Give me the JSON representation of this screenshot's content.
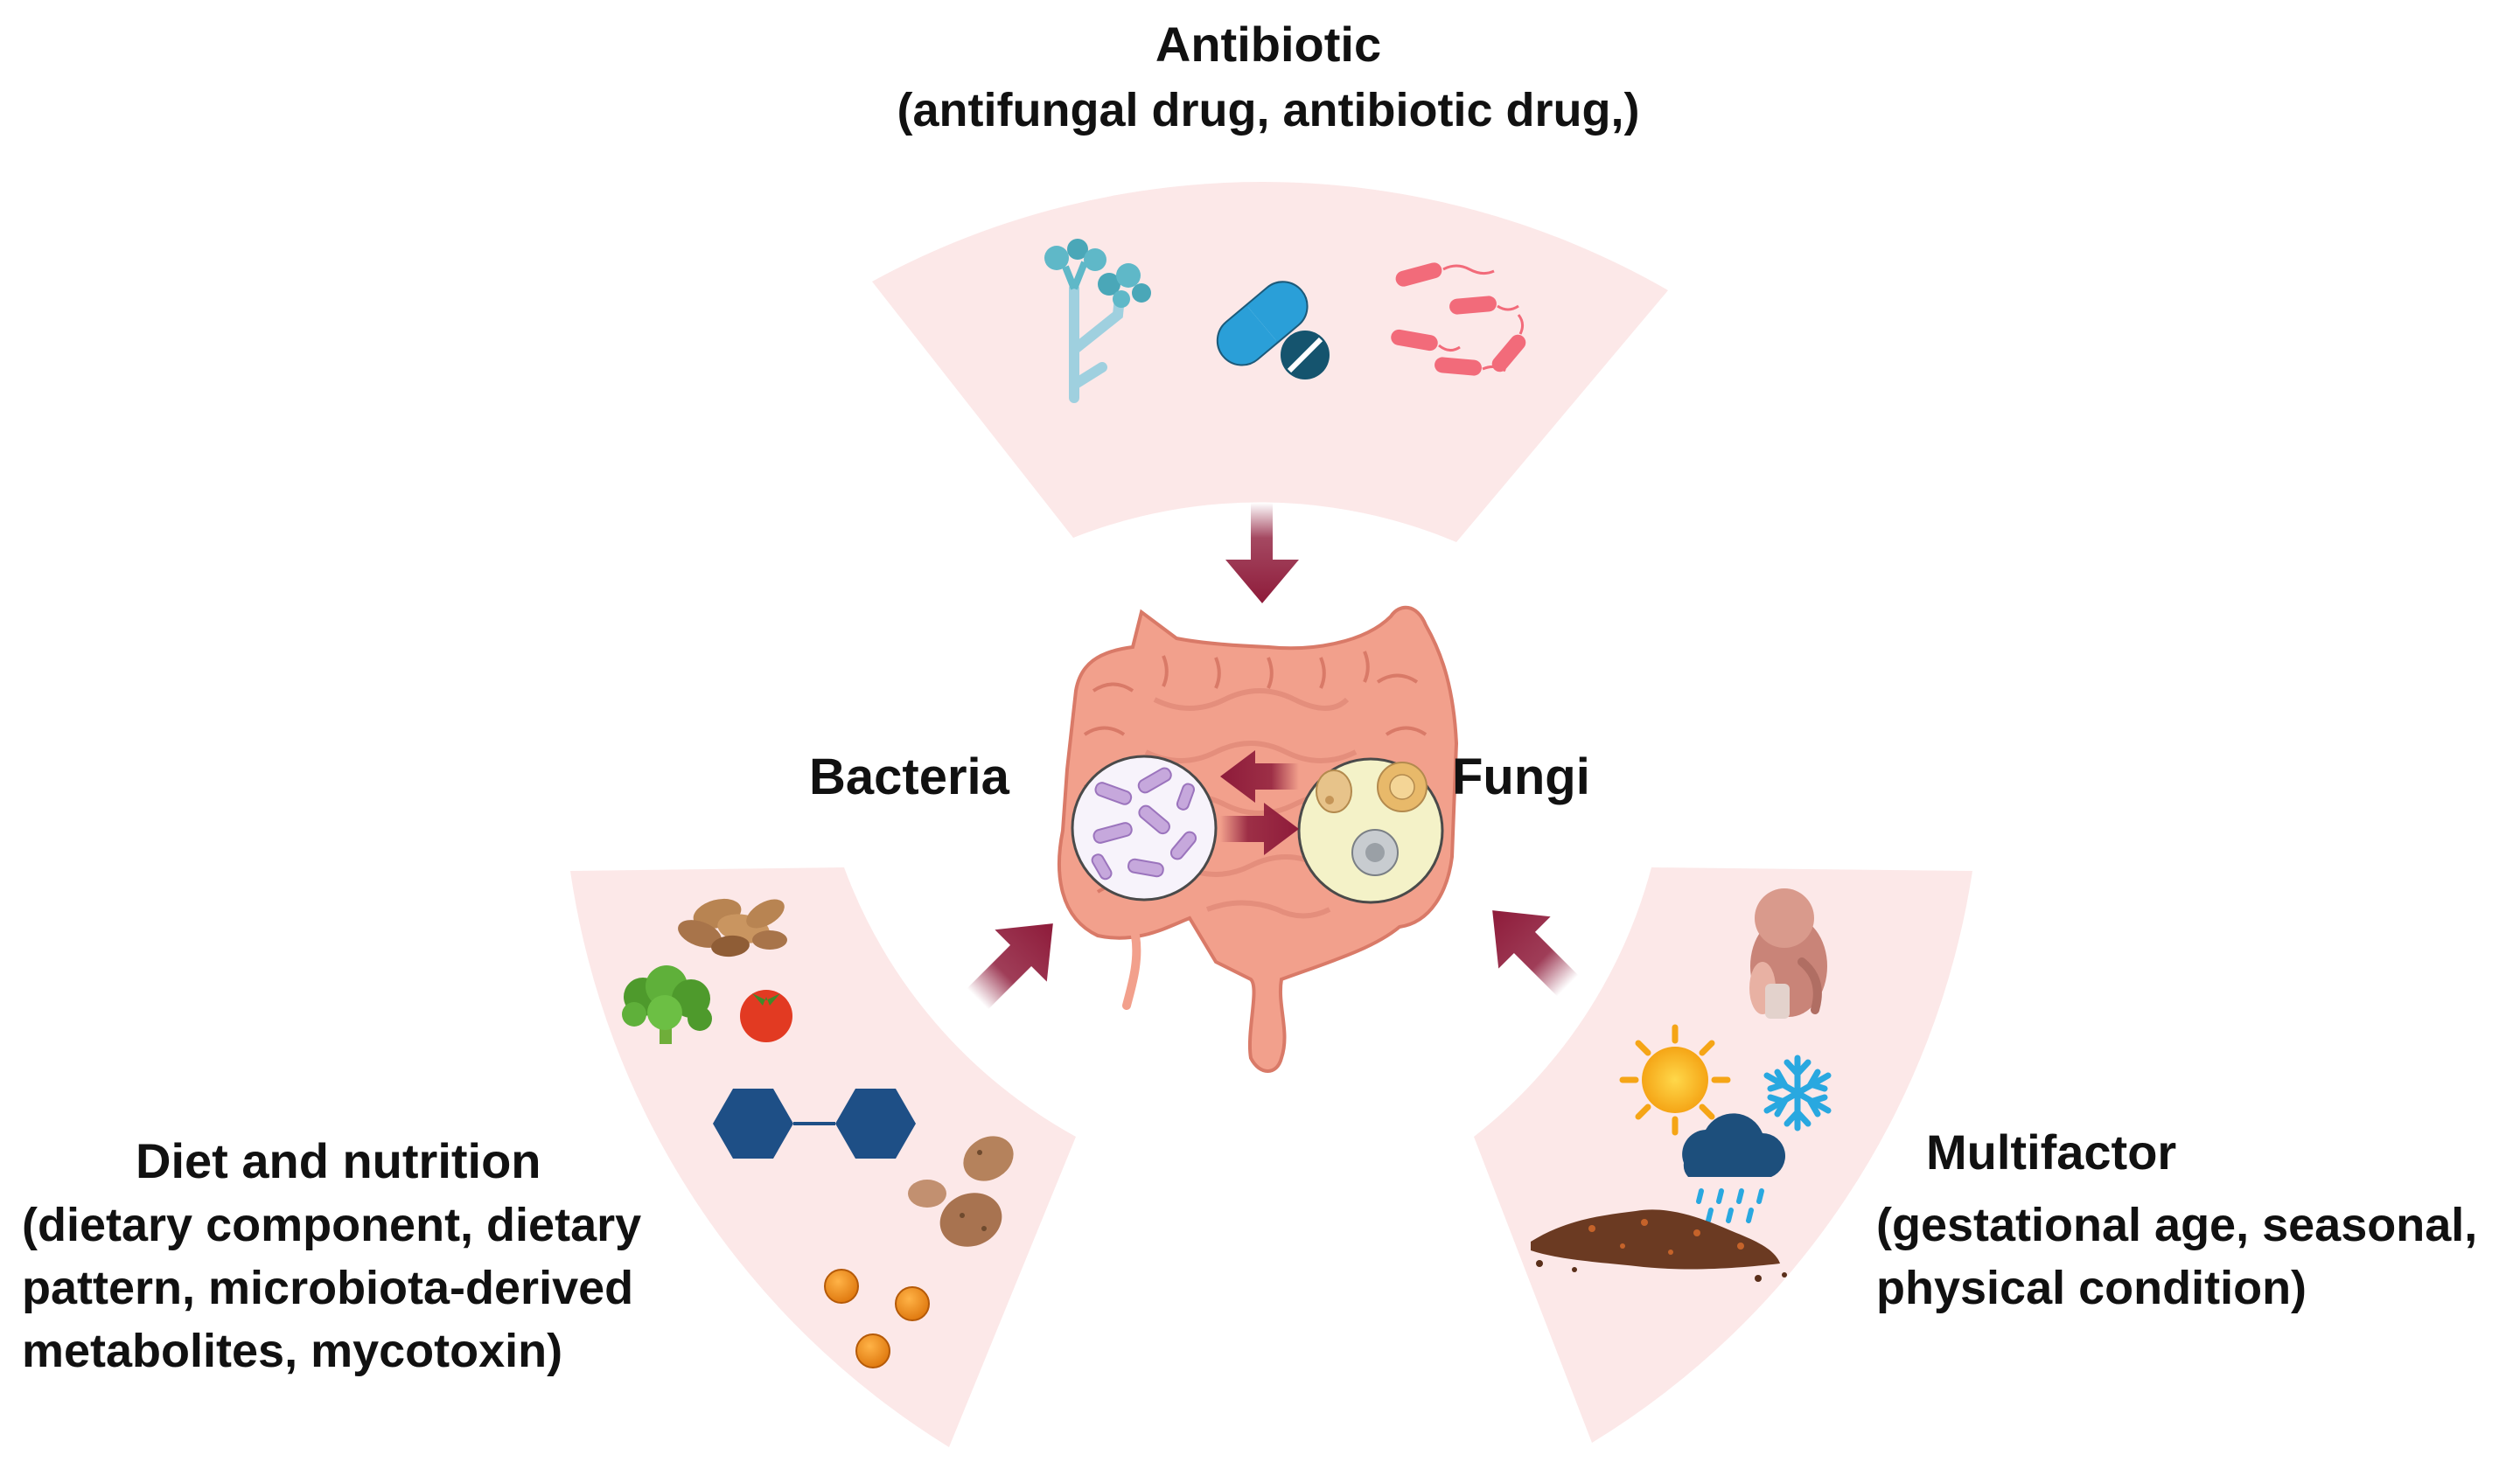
{
  "antibiotic": {
    "title": "Antibiotic",
    "subtitle": "(antifungal drug, antibiotic drug,)"
  },
  "diet": {
    "title": "Diet and nutrition",
    "subtitle_lines": [
      "(dietary component, dietary",
      "pattern, microbiota-derived",
      "metabolites, mycotoxin)"
    ]
  },
  "multifactor": {
    "title": "Multifactor",
    "subtitle_lines": [
      "(gestational age, seasonal,",
      "physical condition)"
    ]
  },
  "center": {
    "bacteria_label": "Bacteria",
    "fungi_label": "Fungi"
  },
  "colors": {
    "sector_fill": "#fce8e8",
    "arrow": "#8e1b3a",
    "intestine": "#f2a08c",
    "bacteria_lens": "#f7f3fb",
    "fungi_lens": "#f4f2c8"
  },
  "icons": {
    "antibiotic": [
      "fungus-mold-icon",
      "capsule-pill-icon",
      "bacteria-rods-icon"
    ],
    "diet": [
      "peanuts-icon",
      "broccoli-icon",
      "tomato-icon",
      "molecule-icon",
      "potatoes-icon",
      "orange-berries-icon"
    ],
    "multifactor": [
      "fetus-icon",
      "sun-icon",
      "snowflake-icon",
      "rain-cloud-icon",
      "soil-icon"
    ]
  }
}
